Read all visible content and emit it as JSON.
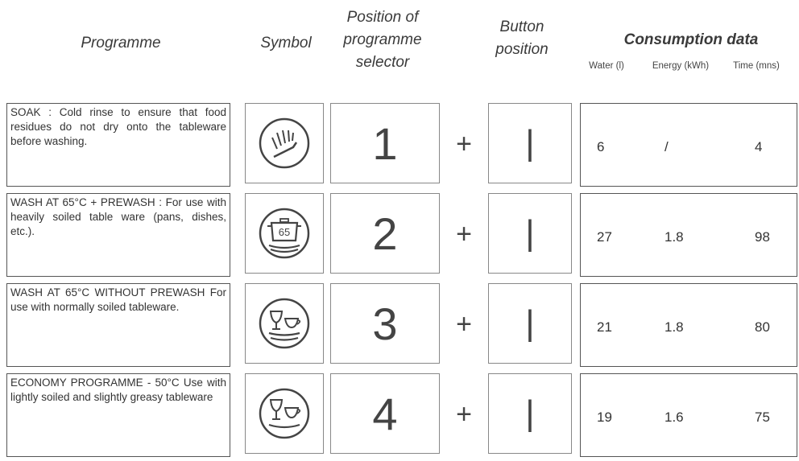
{
  "headers": {
    "programme": "Programme",
    "symbol": "Symbol",
    "selector_line1": "Position of",
    "selector_line2": "programme",
    "selector_line3": "selector",
    "button_line1": "Button",
    "button_line2": "position",
    "consumption": "Consumption data",
    "water": "Water (l)",
    "energy": "Energy (kWh)",
    "time": "Time (mns)"
  },
  "rows": [
    {
      "description": "SOAK : Cold rinse to ensure that food residues do not dry onto the tableware before washing.",
      "symbol_icon": "spray-rinse-icon",
      "selector": "1",
      "plus": "+",
      "button": "|",
      "water": "6",
      "energy": "/",
      "time": "4"
    },
    {
      "description": "WASH AT 65°C + PREWASH : For use with heavily soiled table ware (pans, dishes, etc.).",
      "symbol_icon": "pot-65-icon",
      "symbol_text": "65",
      "selector": "2",
      "plus": "+",
      "button": "|",
      "water": "27",
      "energy": "1.8",
      "time": "98"
    },
    {
      "description": "WASH AT 65°C WITHOUT PREWASH For use with normally soiled tableware.",
      "symbol_icon": "glass-cup-plates-icon",
      "selector": "3",
      "plus": "+",
      "button": "|",
      "water": "21",
      "energy": "1.8",
      "time": "80"
    },
    {
      "description": "ECONOMY PROGRAMME - 50°C Use with lightly soiled and slightly greasy tableware",
      "symbol_icon": "glass-cup-plate-icon",
      "selector": "4",
      "plus": "+",
      "button": "|",
      "water": "19",
      "energy": "1.6",
      "time": "75"
    }
  ]
}
